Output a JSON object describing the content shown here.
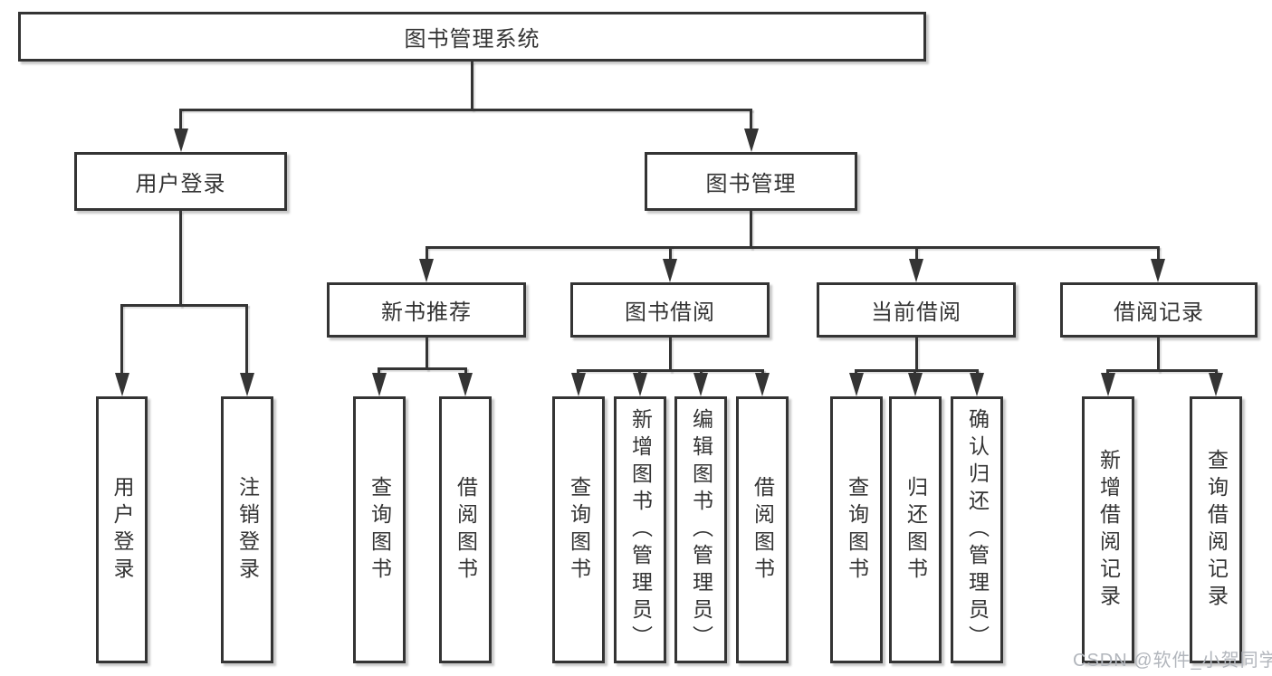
{
  "diagram": {
    "root": {
      "label": "图书管理系统"
    },
    "level2": [
      {
        "label": "用户登录"
      },
      {
        "label": "图书管理"
      }
    ],
    "level3": [
      {
        "label": "新书推荐"
      },
      {
        "label": "图书借阅"
      },
      {
        "label": "当前借阅"
      },
      {
        "label": "借阅记录"
      }
    ],
    "leaves": [
      {
        "label": "用户登录"
      },
      {
        "label": "注销登录"
      },
      {
        "label": "查询图书"
      },
      {
        "label": "借阅图书"
      },
      {
        "label": "查询图书"
      },
      {
        "label": "新增图书（管理员）"
      },
      {
        "label": "编辑图书（管理员）"
      },
      {
        "label": "借阅图书"
      },
      {
        "label": "查询图书"
      },
      {
        "label": "归还图书"
      },
      {
        "label": "确认归还（管理员）"
      },
      {
        "label": "新增借阅记录"
      },
      {
        "label": "查询借阅记录"
      }
    ],
    "watermark": "CSDN @软件_小贺同学",
    "colors": {
      "line": "#343434",
      "box_border": "#343434",
      "text": "#333333",
      "watermark": "#b2b6bc",
      "background": "#ffffff"
    }
  }
}
